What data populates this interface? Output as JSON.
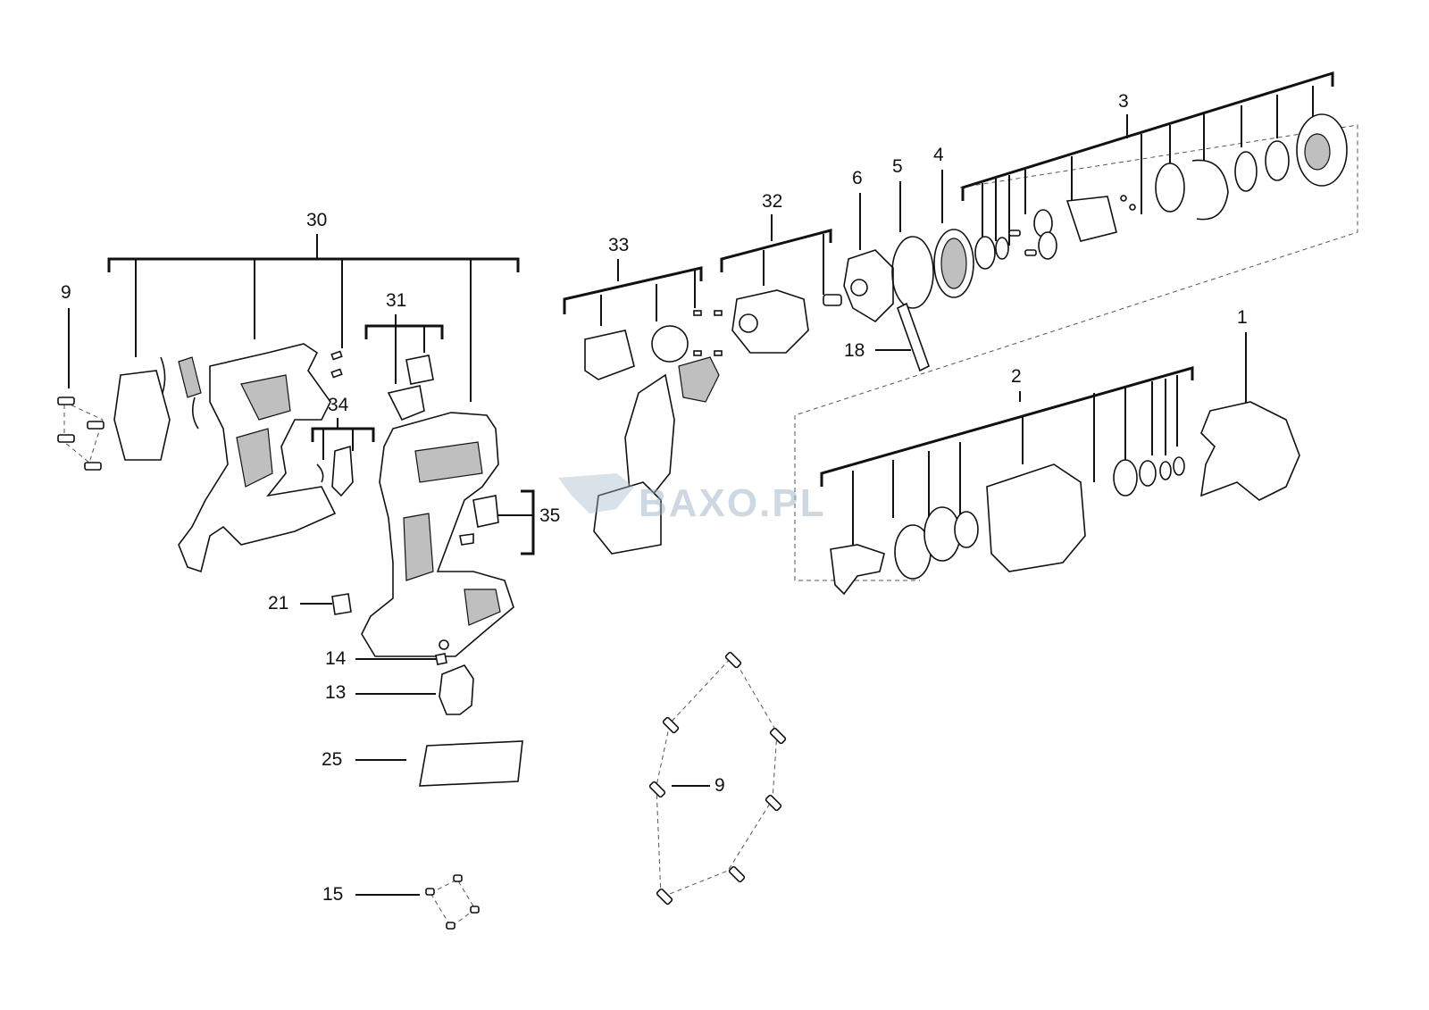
{
  "labels": {
    "l1": "1",
    "l2": "2",
    "l3": "3",
    "l4": "4",
    "l5": "5",
    "l6": "6",
    "l9a": "9",
    "l9b": "9",
    "l13": "13",
    "l14": "14",
    "l15": "15",
    "l18": "18",
    "l21": "21",
    "l25": "25",
    "l30": "30",
    "l31": "31",
    "l32": "32",
    "l33": "33",
    "l34": "34",
    "l35": "35"
  },
  "watermark": "BAXO.PL"
}
